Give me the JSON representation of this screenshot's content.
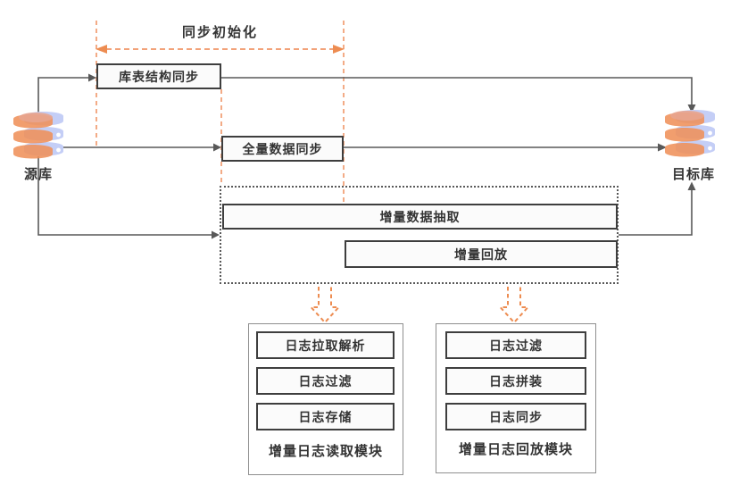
{
  "title": "同步初始化",
  "source_db": {
    "label": "源库"
  },
  "target_db": {
    "label": "目标库"
  },
  "steps": {
    "schema_sync": "库表结构同步",
    "full_sync": "全量数据同步",
    "incremental_extract": "增量数据抽取",
    "incremental_replay": "增量回放"
  },
  "reader_module": {
    "label": "增量日志读取模块",
    "boxes": [
      "日志拉取解析",
      "日志过滤",
      "日志存储"
    ]
  },
  "replay_module": {
    "label": "增量日志回放模块",
    "boxes": [
      "日志过滤",
      "日志拼装",
      "日志同步"
    ]
  },
  "icons": {
    "source": "database-cylinder-icon",
    "target": "database-cylinder-icon",
    "phase_range": "double-headed-dashed-arrow",
    "module_links": "dashed-block-down-arrow"
  },
  "colors": {
    "accent_orange": "#F2A279",
    "accent_orange_dark": "#ED8C51",
    "line_gray": "#595959",
    "box_border": "#3E3E3E",
    "box_fill": "#FBFBFB",
    "text": "#333333",
    "module_border": "#8F8F8F",
    "db_blue": "#C4CEF6",
    "db_orange": "#F0915B"
  }
}
